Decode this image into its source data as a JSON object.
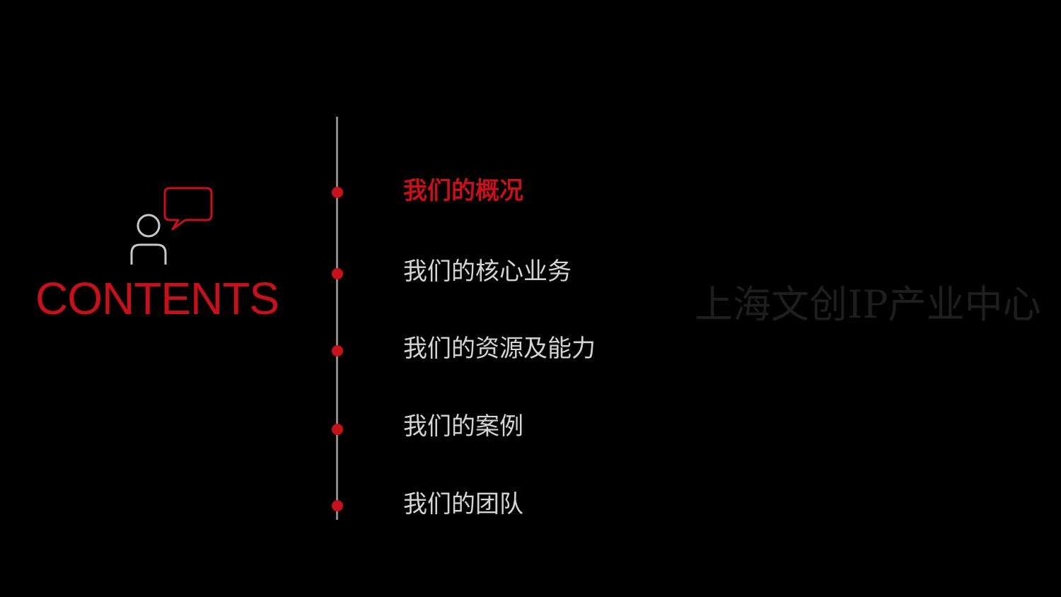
{
  "title": "CONTENTS",
  "toc": {
    "items": [
      {
        "label": "我们的概况"
      },
      {
        "label": "我们的核心业务"
      },
      {
        "label": "我们的资源及能力"
      },
      {
        "label": "我们的案例"
      },
      {
        "label": "我们的团队"
      }
    ],
    "active_index": 0
  },
  "watermark": "上海文创IP产业中心",
  "colors": {
    "accent": "#c8101a",
    "background": "#000000",
    "text": "#d4d4d4",
    "timeline": "#8a8a8a",
    "watermark": "#1e1e1e"
  },
  "icons": {
    "person": "person-speech-icon"
  }
}
